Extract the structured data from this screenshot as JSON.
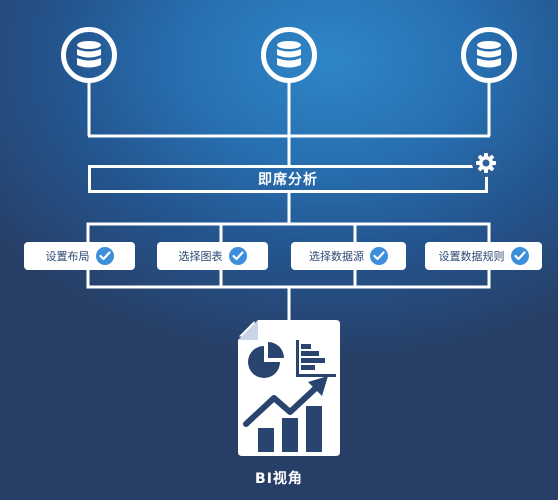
{
  "diagram": {
    "sources": [
      {
        "icon": "database-icon"
      },
      {
        "icon": "database-icon"
      },
      {
        "icon": "database-icon"
      }
    ],
    "analysis": {
      "label": "即席分析",
      "icon": "gear-icon"
    },
    "steps": [
      {
        "label": "设置布局",
        "icon": "check-icon"
      },
      {
        "label": "选择图表",
        "icon": "check-icon"
      },
      {
        "label": "选择数据源",
        "icon": "check-icon"
      },
      {
        "label": "设置数据规则",
        "icon": "check-icon"
      }
    ],
    "output": {
      "label": "BI视角",
      "icon": "report-document-icon"
    },
    "colors": {
      "line": "#ffffff",
      "accent": "#3d8fdc",
      "text_dark": "#2e4a74",
      "doc_ink": "#2a4470"
    }
  }
}
